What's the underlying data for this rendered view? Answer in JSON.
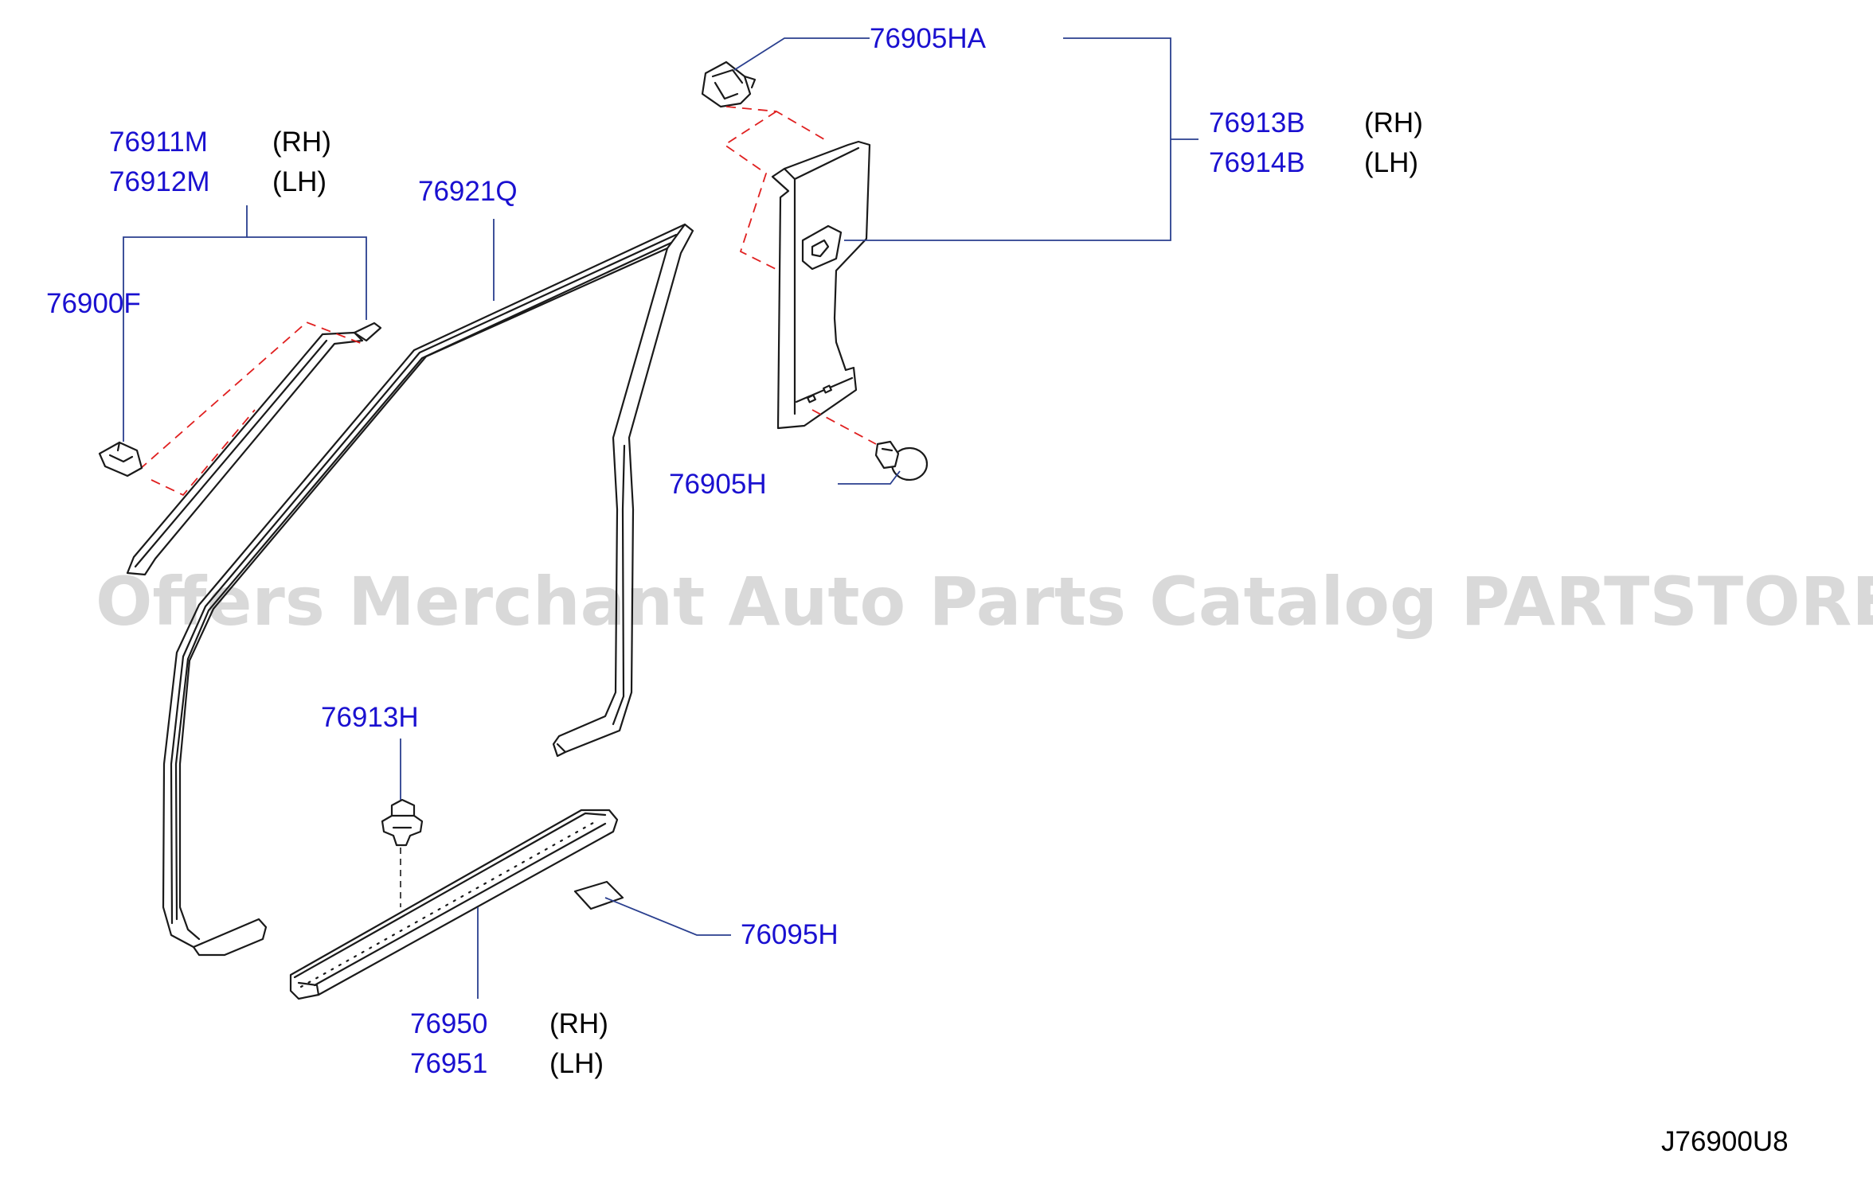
{
  "watermark": "Offers Merchant Auto Parts Catalog PARTSTORE.SA",
  "diagram_ref": "J76900U8",
  "callouts": [
    {
      "id": "p76905HA",
      "part": "76905HA",
      "side": ""
    },
    {
      "id": "p76913B",
      "part": "76913B",
      "side": "(RH)"
    },
    {
      "id": "p76914B",
      "part": "76914B",
      "side": "(LH)"
    },
    {
      "id": "p76911M",
      "part": "76911M",
      "side": "(RH)"
    },
    {
      "id": "p76912M",
      "part": "76912M",
      "side": "(LH)"
    },
    {
      "id": "p76921Q",
      "part": "76921Q",
      "side": ""
    },
    {
      "id": "p76900F",
      "part": "76900F",
      "side": ""
    },
    {
      "id": "p76905H",
      "part": "76905H",
      "side": ""
    },
    {
      "id": "p76913H",
      "part": "76913H",
      "side": ""
    },
    {
      "id": "p76095H",
      "part": "76095H",
      "side": ""
    },
    {
      "id": "p76950",
      "part": "76950",
      "side": "(RH)"
    },
    {
      "id": "p76951",
      "part": "76951",
      "side": "(LH)"
    }
  ],
  "colors": {
    "part_number": "#1a10d0",
    "leader_line": "#2a3f8f",
    "dashed_guide": "#e02020",
    "outline": "#1a1a1a",
    "watermark": "#d9d9d9"
  }
}
